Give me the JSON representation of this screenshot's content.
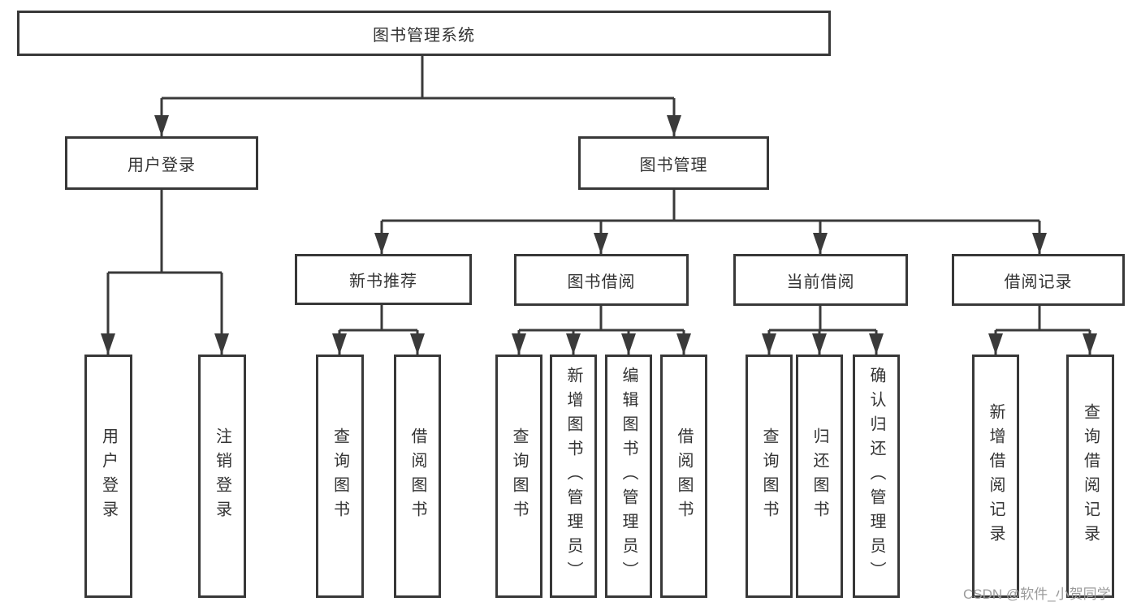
{
  "tree": {
    "root": {
      "label": "图书管理系统"
    },
    "login": {
      "label": "用户登录",
      "children": [
        {
          "label": "用户登录"
        },
        {
          "label": "注销登录"
        }
      ]
    },
    "management": {
      "label": "图书管理",
      "sections": [
        {
          "label": "新书推荐",
          "children": [
            {
              "label": "查询图书"
            },
            {
              "label": "借阅图书"
            }
          ]
        },
        {
          "label": "图书借阅",
          "children": [
            {
              "label": "查询图书"
            },
            {
              "label": "新增图书（管理员）"
            },
            {
              "label": "编辑图书（管理员）"
            },
            {
              "label": "借阅图书"
            }
          ]
        },
        {
          "label": "当前借阅",
          "children": [
            {
              "label": "查询图书"
            },
            {
              "label": "归还图书"
            },
            {
              "label": "确认归还（管理员）"
            }
          ]
        },
        {
          "label": "借阅记录",
          "children": [
            {
              "label": "新增借阅记录"
            },
            {
              "label": "查询借阅记录"
            }
          ]
        }
      ]
    }
  },
  "watermark": {
    "text": "CSDN @软件_小贺同学",
    "color": "#9b9b9b"
  },
  "colors": {
    "line": "#3a3a3a",
    "border": "#383838",
    "text": "#333333",
    "background": "#ffffff"
  }
}
